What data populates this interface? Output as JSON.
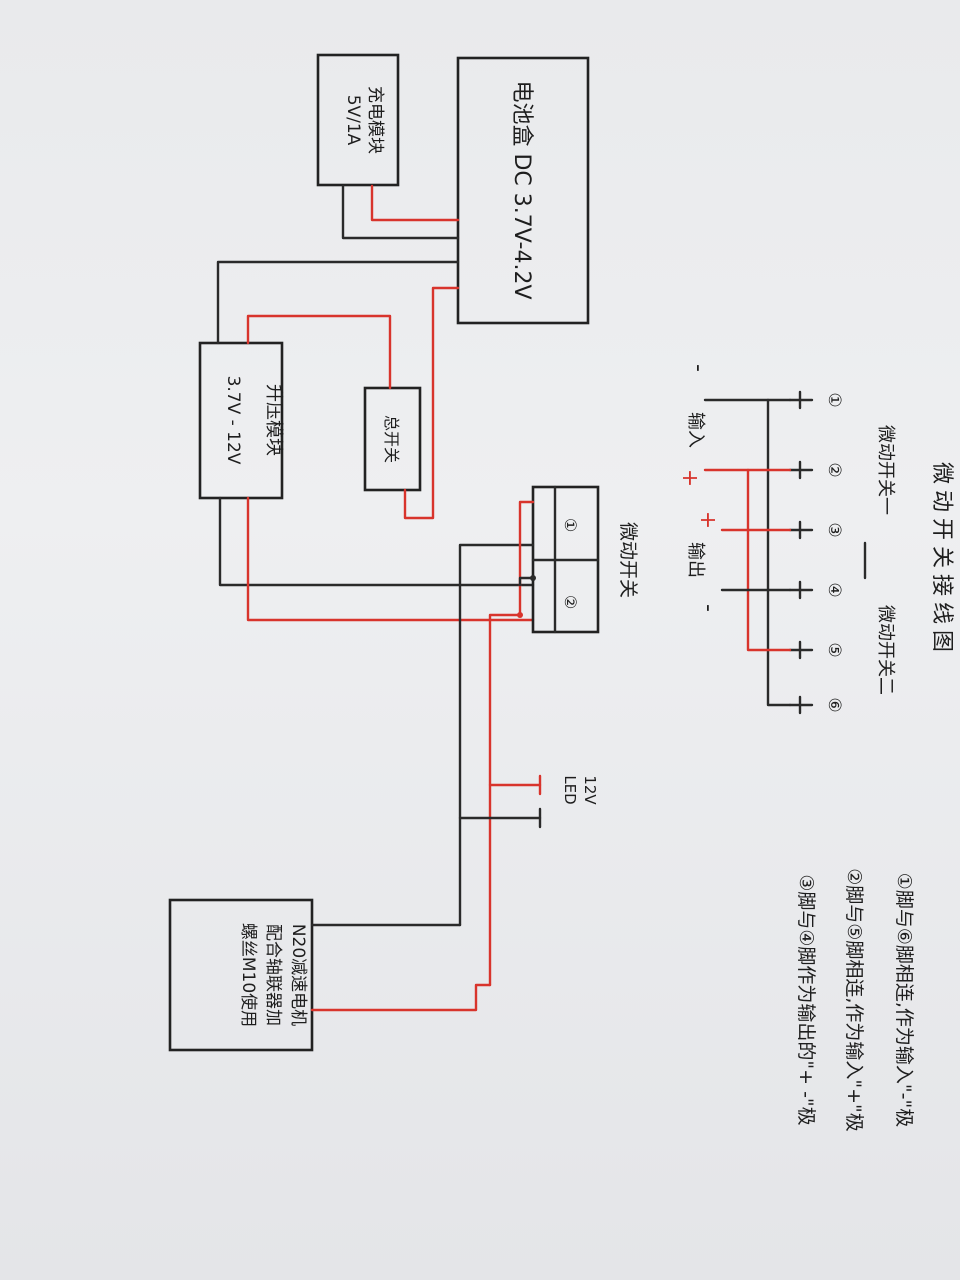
{
  "title": "微动开关接线图",
  "battery_box": {
    "label": "电池盒 DC 3.7V-4.2V"
  },
  "charge_module": {
    "line1": "充电模块",
    "line2": "5V/1A"
  },
  "boost_module": {
    "line1": "升压模块",
    "line2": "3.7V - 12V"
  },
  "switch_box": {
    "label": "总开关"
  },
  "micro_switch": {
    "label": "微动开关",
    "pin1": "①",
    "pin2": "②"
  },
  "led": {
    "label1": "12V",
    "label2": "LED"
  },
  "motor": {
    "line1": "N20减速电机",
    "line2": "配合轴联器加",
    "line3": "螺丝M10使用"
  },
  "pin_diagram": {
    "pins": [
      "①",
      "②",
      "③",
      "④",
      "⑤",
      "⑥"
    ],
    "switch1_label": "微动开关一",
    "switch2_label": "微动开关二",
    "input_label": "输入",
    "output_label": "输出",
    "minus": "-",
    "plus": "+"
  },
  "notes": [
    "①脚与⑥脚相连,作为输入\"-\"极",
    "②脚与⑤脚相连,作为输入\"+\"极",
    "③脚与④脚作为输出的\"+ -\"极"
  ],
  "colors": {
    "wire_negative": "#2a2a2a",
    "wire_positive": "#d8342c",
    "paper": "#eceef0"
  }
}
